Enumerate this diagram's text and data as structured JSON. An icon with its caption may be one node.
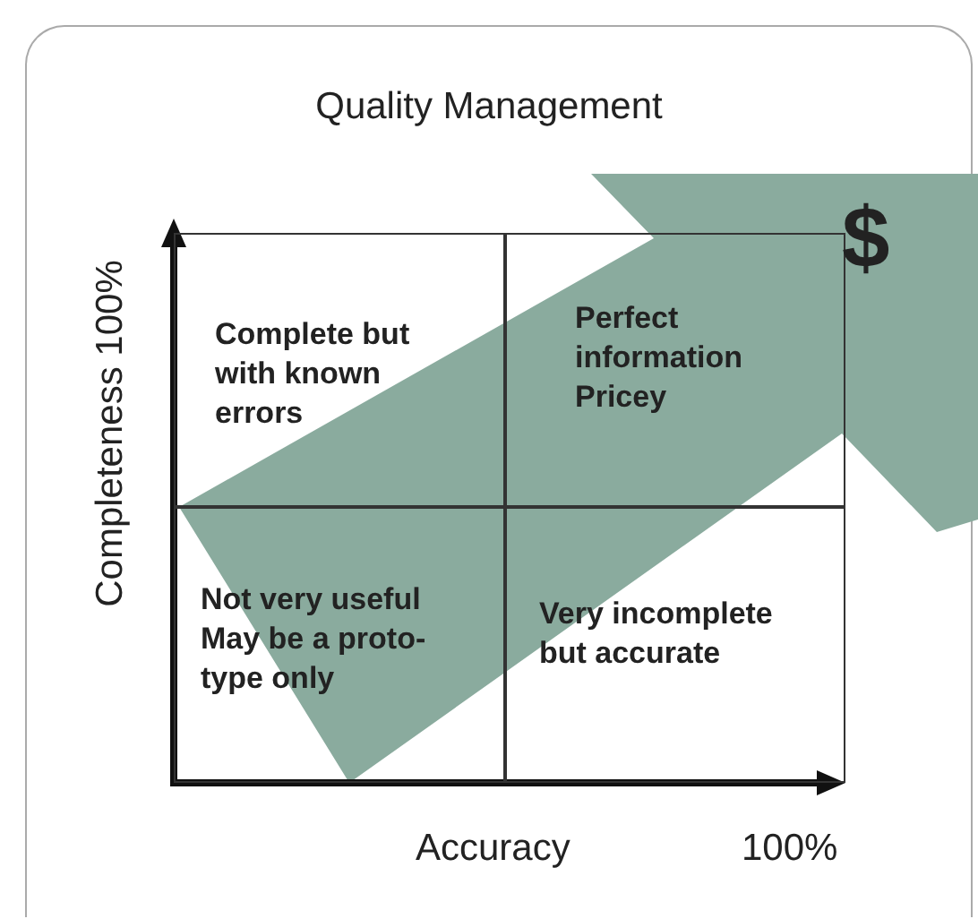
{
  "diagram": {
    "title": "Quality Management",
    "nodes": [
      {
        "text": [
          "Complete but with known errors"
        ]
      },
      {
        "text": [
          "Perfect information",
          "Pricey"
        ]
      },
      {
        "text": [
          "Not very useful",
          "May be a proto-type only"
        ]
      },
      {
        "text": [
          "Very incomplete but accurate"
        ]
      }
    ],
    "edges": [],
    "labels": [
      "$",
      "Completeness 100%",
      "Accuracy",
      "100%"
    ]
  }
}
